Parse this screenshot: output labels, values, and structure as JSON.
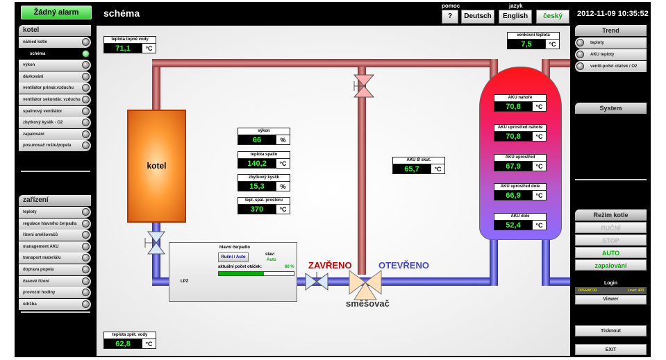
{
  "header": {
    "alarm": "Žádný alarm",
    "screen_title": "schéma",
    "help_label": "pomoc",
    "help_btn": "?",
    "language_label": "jazyk",
    "lang_de": "Deutsch",
    "lang_en": "English",
    "lang_cz": "český",
    "datetime": "2012-11-09 10:35:52"
  },
  "left_menu": {
    "group1": "kotel",
    "items1": [
      "náhled kotle",
      "schéma",
      "výkon",
      "dávkování",
      "ventilátor primár.vzduchu",
      "ventilátor sekundár. vzduchu",
      "spalinový ventilátor",
      "zbytkový kyslík - O2",
      "zapalování",
      "posunovač roštu/popela"
    ],
    "group2": "zařízení",
    "items2": [
      "teploty",
      "regulace hlavního čerpadla",
      "řízení směšovačů",
      "management AKU",
      "transport materiálu",
      "doprava popela",
      "časové řízení",
      "provozní hodiny",
      "údržba"
    ]
  },
  "right_menu": {
    "trend": "Trend",
    "trend_items": [
      "teploty",
      "AKU teploty",
      "ventil-počet otáček / O2"
    ],
    "system": "System",
    "mode": "Režim kotle",
    "mode_buttons": [
      "RUČNÍ",
      "STOP",
      "AUTO",
      "zapalování"
    ],
    "login": "Login",
    "operator": "OPERATOR",
    "level": "Level: 400",
    "viewer": "Viewer",
    "print": "Tisknout",
    "exit": "EXIT"
  },
  "indicators": {
    "flow_temp": {
      "label": "teplota topné vody",
      "value": "71,1",
      "unit": "°C"
    },
    "return_temp": {
      "label": "teplota zpět. vody",
      "value": "62,8",
      "unit": "°C"
    },
    "outside_temp": {
      "label": "venkovní teplota",
      "value": "7,5",
      "unit": "°C"
    },
    "power": {
      "label": "výkon",
      "value": "66",
      "unit": "%"
    },
    "flue_temp": {
      "label": "teplota spalin",
      "value": "140,2",
      "unit": "°C"
    },
    "oxygen": {
      "label": "zbytkový kyslík",
      "value": "15,3",
      "unit": "%"
    },
    "chamber_temp": {
      "label": "tepl. spal. prostoru",
      "value": "370",
      "unit": "°C"
    },
    "aku_avg": {
      "label": "AKU Ø skut.",
      "value": "65,7",
      "unit": "°C"
    },
    "aku_top": {
      "label": "AKU nahoře",
      "value": "70,8",
      "unit": "°C"
    },
    "aku_upper_mid": {
      "label": "AKU uprostřed nahoře",
      "value": "70,8",
      "unit": "°C"
    },
    "aku_mid": {
      "label": "AKU uprostřed",
      "value": "67,9",
      "unit": "°C"
    },
    "aku_lower_mid": {
      "label": "AKU uprostřed dole",
      "value": "66,9",
      "unit": "°C"
    },
    "aku_bottom": {
      "label": "AKU dole",
      "value": "52,4",
      "unit": "°C"
    }
  },
  "pump": {
    "title": "hlavní čerpadlo",
    "mode_btn": "Ruční / Auto",
    "state_label": "stav:",
    "state": "Auto",
    "speed_label": "aktuální počet otáček:",
    "speed_value": "60 %",
    "speed_fraction": 0.6,
    "pump_label": "LPZ"
  },
  "scheme": {
    "boiler": "kotel",
    "closed": "ZAVŘENO",
    "open": "OTEVŘENO",
    "mixer": "směšovač"
  },
  "colors": {
    "alarm_ok": "#33cc33",
    "value_green": "#33ff33",
    "pipe_hot": "#c06060",
    "pipe_cold": "#5555cc",
    "closed": "#cc0000",
    "open": "#4444cc",
    "auto": "#00aa00"
  }
}
